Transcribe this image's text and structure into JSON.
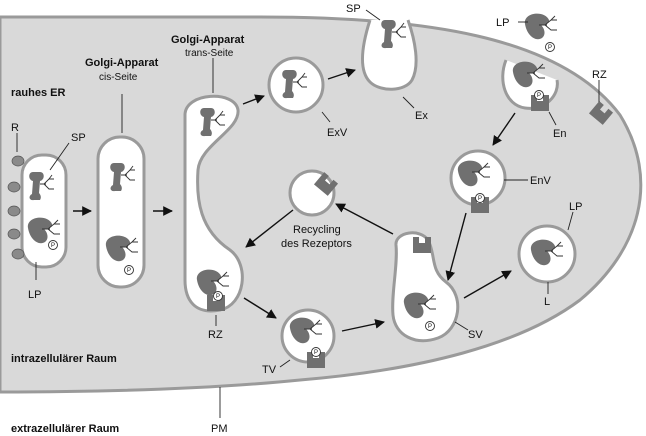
{
  "labels": {
    "rough_er": "rauhes ER",
    "golgi_cis_title": "Golgi-Apparat",
    "golgi_cis_sub": "cis-Seite",
    "golgi_trans_title": "Golgi-Apparat",
    "golgi_trans_sub": "trans-Seite",
    "r": "R",
    "sp_er": "SP",
    "lp_er": "LP",
    "sp_top": "SP",
    "ex": "Ex",
    "exv": "ExV",
    "lp_top": "LP",
    "rz_right": "RZ",
    "en": "En",
    "env": "EnV",
    "recycling_line1": "Recycling",
    "recycling_line2": "des Rezeptors",
    "lp_right": "LP",
    "l": "L",
    "rz_bottom": "RZ",
    "tv": "TV",
    "sv": "SV",
    "intra": "intrazellulärer Raum",
    "extra": "extrazellulärer Raum",
    "pm": "PM",
    "phosphate": "P"
  },
  "colors": {
    "membrane": "#d6d6d6",
    "membrane_stroke": "#9a9a9a",
    "protein": "#707070",
    "background": "#ffffff"
  }
}
